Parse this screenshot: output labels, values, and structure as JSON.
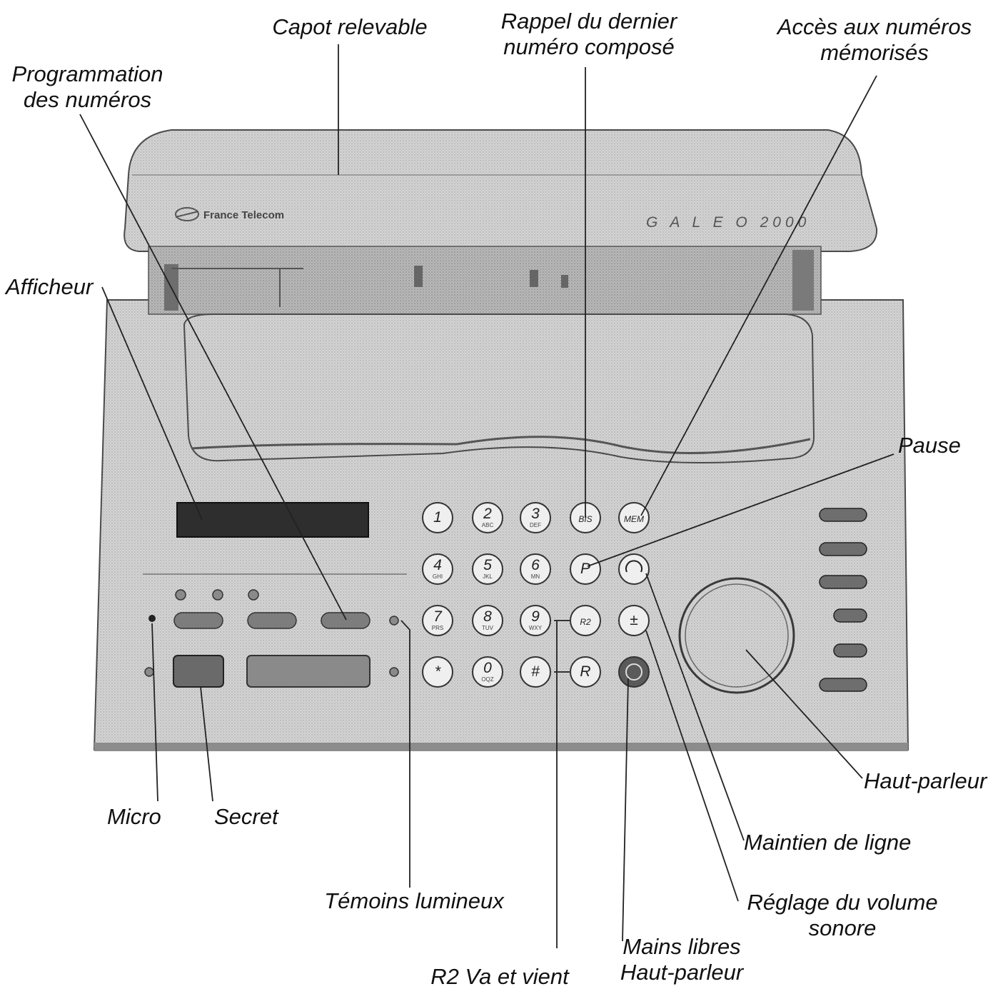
{
  "brand": "France Telecom",
  "model": "G A L E O  2000",
  "colors": {
    "body": "#d3d3d3",
    "body_dark": "#a9a9a9",
    "outline": "#4a4a4a",
    "key_face": "#efefef",
    "display": "#2e2e2e",
    "leader": "#222222"
  },
  "keypad": {
    "keys": [
      {
        "label": "1",
        "sub": ""
      },
      {
        "label": "2",
        "sub": "ABC"
      },
      {
        "label": "3",
        "sub": "DEF"
      },
      {
        "label": "BIS",
        "sub": ""
      },
      {
        "label": "MEM",
        "sub": ""
      },
      {
        "label": "4",
        "sub": "GHI"
      },
      {
        "label": "5",
        "sub": "JKL"
      },
      {
        "label": "6",
        "sub": "MN"
      },
      {
        "label": "P",
        "sub": ""
      },
      {
        "label": "hold-icon",
        "sub": ""
      },
      {
        "label": "7",
        "sub": "PRS"
      },
      {
        "label": "8",
        "sub": "TUV"
      },
      {
        "label": "9",
        "sub": "WXY"
      },
      {
        "label": "R2",
        "sub": ""
      },
      {
        "label": "±",
        "sub": ""
      },
      {
        "label": "*",
        "sub": ""
      },
      {
        "label": "0",
        "sub": "OQZ"
      },
      {
        "label": "#",
        "sub": ""
      },
      {
        "label": "R",
        "sub": ""
      },
      {
        "label": "speaker-icon",
        "sub": ""
      }
    ]
  },
  "callouts": {
    "capot": {
      "lines": [
        "Capot relevable"
      ]
    },
    "rappel": {
      "lines": [
        "Rappel du dernier",
        "numéro composé"
      ]
    },
    "acces": {
      "lines": [
        "Accès aux numéros",
        "mémorisés"
      ]
    },
    "programmation": {
      "lines": [
        "Programmation",
        "des numéros"
      ]
    },
    "afficheur": {
      "lines": [
        "Afficheur"
      ]
    },
    "pause": {
      "lines": [
        "Pause"
      ]
    },
    "haut_parleur": {
      "lines": [
        "Haut-parleur"
      ]
    },
    "maintien": {
      "lines": [
        "Maintien de ligne"
      ]
    },
    "reglage": {
      "lines": [
        "Réglage du volume",
        "sonore"
      ]
    },
    "mains_libres": {
      "lines": [
        "Mains libres",
        "Haut-parleur"
      ]
    },
    "r2": {
      "lines": [
        "R2 Va et vient"
      ]
    },
    "temoins": {
      "lines": [
        "Témoins lumineux"
      ]
    },
    "micro": {
      "lines": [
        "Micro"
      ]
    },
    "secret": {
      "lines": [
        "Secret"
      ]
    }
  }
}
